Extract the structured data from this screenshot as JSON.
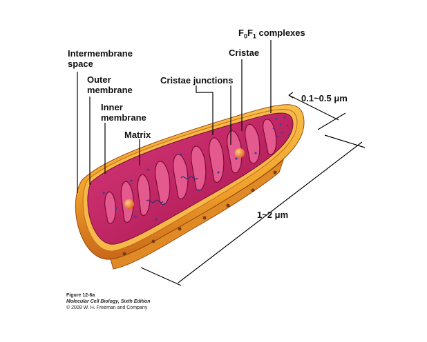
{
  "labels": {
    "intermembrane_space_line1": "Intermembrane",
    "intermembrane_space_line2": "space",
    "outer_membrane_line1": "Outer",
    "outer_membrane_line2": "membrane",
    "inner_membrane_line1": "Inner",
    "inner_membrane_line2": "membrane",
    "matrix": "Matrix",
    "cristae_junctions": "Cristae junctions",
    "cristae": "Cristae",
    "f0f1_F": "F",
    "f0f1_sub0": "0",
    "f0f1_F2": "F",
    "f0f1_sub1": "1",
    "f0f1_rest": " complexes",
    "width_scale": "0.1~0.5 μm",
    "length_scale": "1~2 μm"
  },
  "caption": {
    "figure": "Figure 12-6a",
    "book": "Molecular Cell Biology, Sixth Edition",
    "copyright": "© 2008 W. H. Freeman and Company"
  },
  "colors": {
    "outer_membrane": "#f0a12a",
    "outer_membrane_dark": "#c8671a",
    "matrix": "#c2185b",
    "matrix_light": "#e0467f",
    "matrix_dark": "#8c0f3e",
    "particle_blue": "#3b3f9a",
    "granule_orange": "#f07c22"
  }
}
